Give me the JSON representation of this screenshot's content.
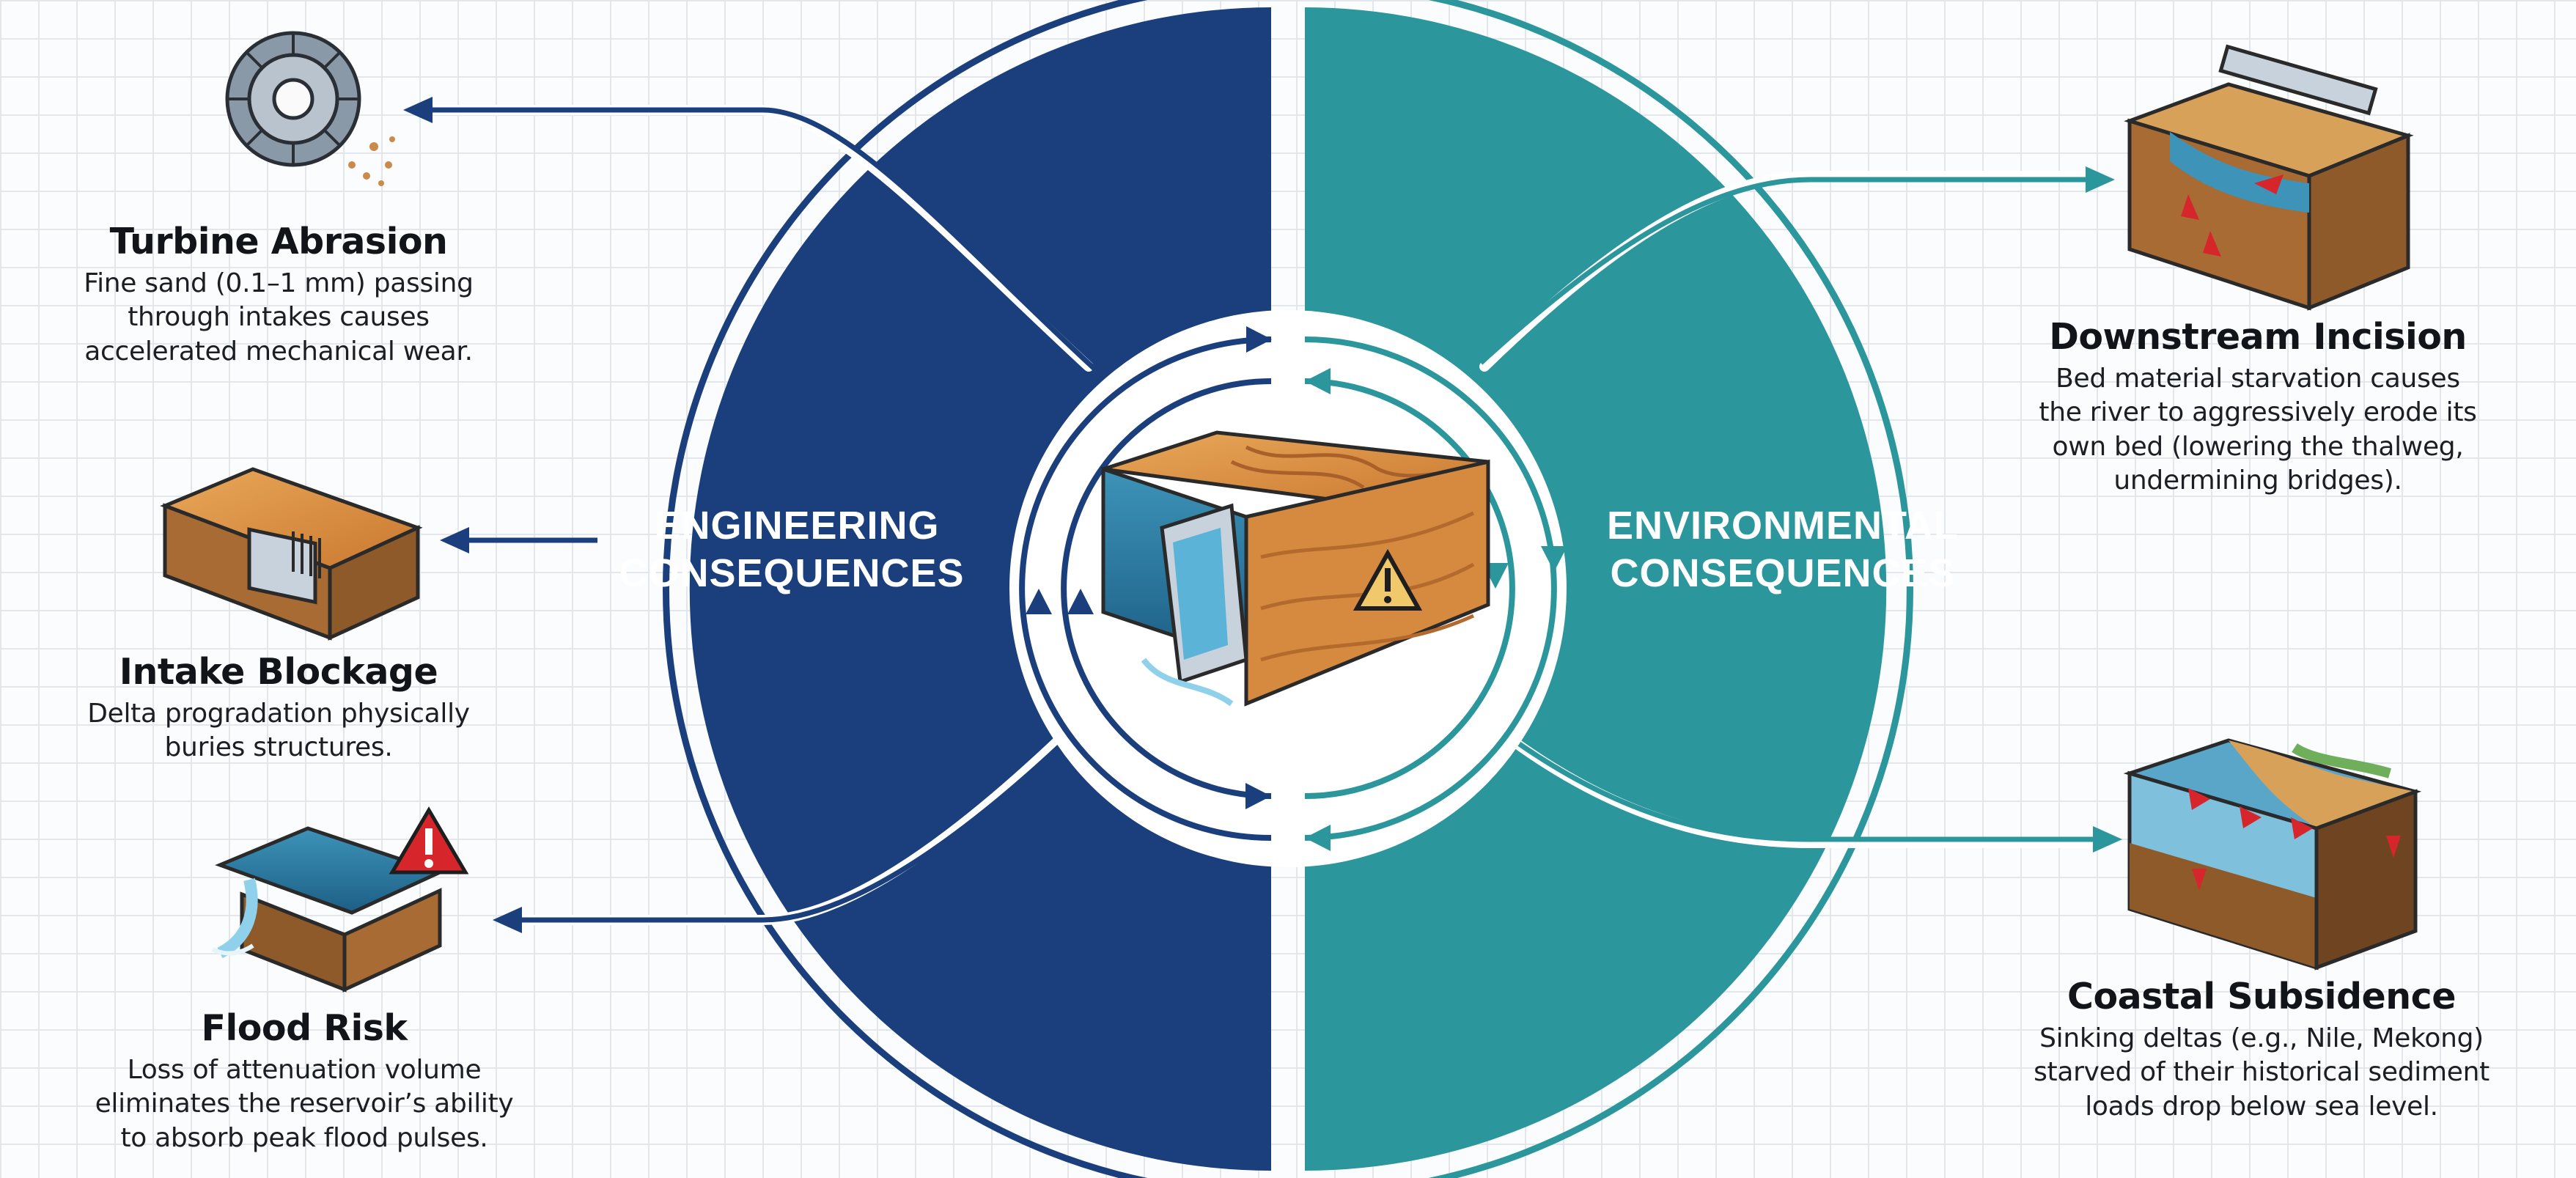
{
  "halves": {
    "left": {
      "line1": "ENGINEERING",
      "line2": "CONSEQUENCES"
    },
    "right": {
      "line1": "ENVIRONMENTAL",
      "line2": "CONSEQUENCES"
    }
  },
  "items": {
    "turbine_abrasion": {
      "title": "Turbine Abrasion",
      "lines": [
        "Fine sand (0.1–1 mm) passing",
        "through intakes causes",
        "accelerated mechanical wear."
      ]
    },
    "intake_blockage": {
      "title": "Intake Blockage",
      "lines": [
        "Delta progradation physically",
        "buries structures."
      ]
    },
    "flood_risk": {
      "title": "Flood Risk",
      "lines": [
        "Loss of attenuation volume",
        "eliminates the reservoir’s ability",
        "to absorb peak flood pulses."
      ]
    },
    "downstream_incision": {
      "title": "Downstream Incision",
      "lines": [
        "Bed material starvation causes",
        "the river to aggressively erode its",
        "own bed (lowering the thalweg,",
        "undermining bridges)."
      ]
    },
    "coastal_subsidence": {
      "title": "Coastal Subsidence",
      "lines": [
        "Sinking deltas (e.g., Nile, Mekong)",
        "starved of their historical sediment",
        "loads drop below sea level."
      ]
    }
  },
  "colors": {
    "navy": "#1a3f7c",
    "teal": "#2b969c",
    "sediment": "#d58a3f",
    "water": "#1f6f9e",
    "warning_red": "#d6262b"
  },
  "icons": [
    "turbine-icon",
    "intake-icon",
    "flood-reservoir-icon",
    "riverbed-incision-icon",
    "delta-subsidence-icon",
    "dam-sediment-icon",
    "warning-icon"
  ]
}
